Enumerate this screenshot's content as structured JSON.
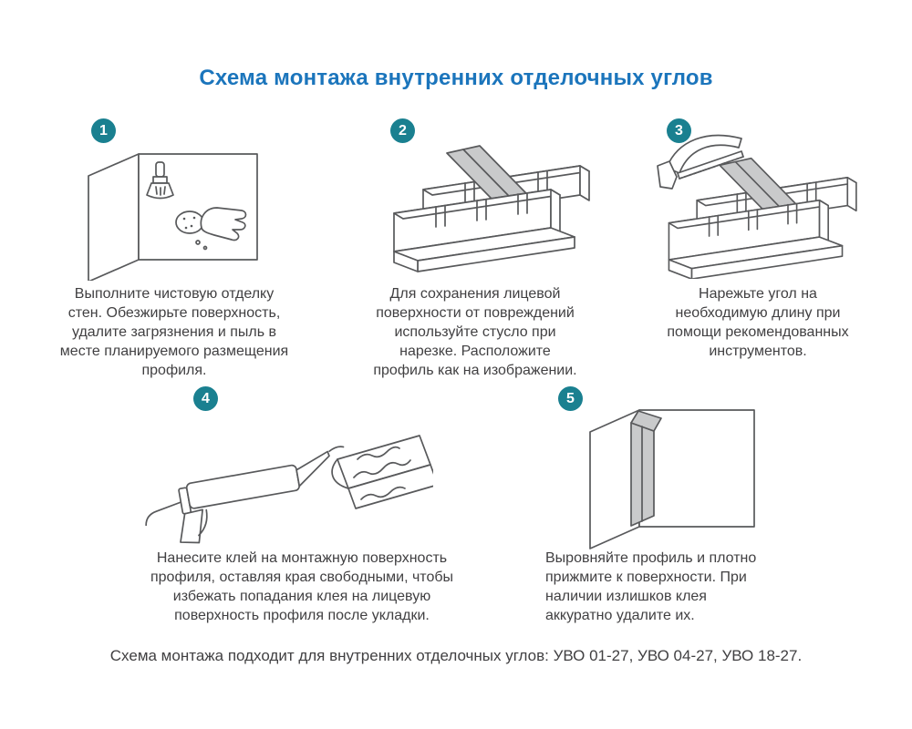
{
  "page": {
    "title": "Схема монтажа внутренних отделочных углов",
    "footer": "Схема монтажа подходит для внутренних отделочных углов: УВО 01-27, УВО 04-27, УВО 18-27."
  },
  "colors": {
    "accent": "#1b75bc",
    "badge": "#1a8090",
    "text": "#414042",
    "line": "#58595b",
    "profile": "#c9cacb"
  },
  "steps": [
    {
      "number": "1",
      "icon": "wall-cleaning-icon",
      "text": "Выполните чистовую отделку\nстен. Обезжирьте поверхность,\nудалите загрязнения и пыль в\nместе планируемого размещения\nпрофиля."
    },
    {
      "number": "2",
      "icon": "miter-box-with-profile-icon",
      "text": "Для сохранения лицевой\nповерхности от повреждений\nиспользуйте стусло при\nнарезке. Расположите\nпрофиль как на изображении."
    },
    {
      "number": "3",
      "icon": "miter-box-with-saw-icon",
      "text": "Нарежьте угол на\nнеобходимую длину при\nпомощи рекомендованных\nинструментов."
    },
    {
      "number": "4",
      "icon": "glue-gun-with-profile-icon",
      "text": "Нанесите клей на монтажную поверхность\nпрофиля, оставляя края свободными, чтобы\nизбежать попадания клея на лицевую\nповерхность профиля после укладки."
    },
    {
      "number": "5",
      "icon": "corner-press-profile-icon",
      "text": "Выровняйте профиль и плотно\nприжмите к поверхности. При\nналичии излишков клея\nаккуратно удалите их."
    }
  ]
}
